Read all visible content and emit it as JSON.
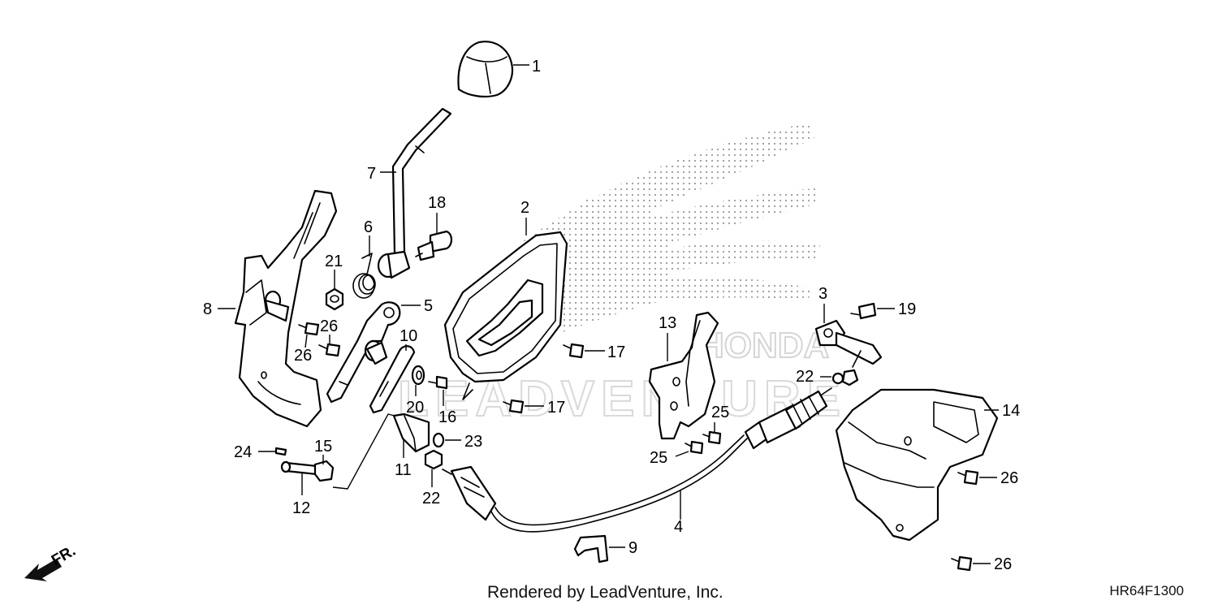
{
  "diagram": {
    "callouts": [
      {
        "id": "c1",
        "label": "1"
      },
      {
        "id": "c2",
        "label": "2"
      },
      {
        "id": "c3",
        "label": "3"
      },
      {
        "id": "c4",
        "label": "4"
      },
      {
        "id": "c5",
        "label": "5"
      },
      {
        "id": "c6",
        "label": "6"
      },
      {
        "id": "c7",
        "label": "7"
      },
      {
        "id": "c8",
        "label": "8"
      },
      {
        "id": "c9",
        "label": "9"
      },
      {
        "id": "c10",
        "label": "10"
      },
      {
        "id": "c11",
        "label": "11"
      },
      {
        "id": "c12",
        "label": "12"
      },
      {
        "id": "c13",
        "label": "13"
      },
      {
        "id": "c14",
        "label": "14"
      },
      {
        "id": "c15",
        "label": "15"
      },
      {
        "id": "c16",
        "label": "16"
      },
      {
        "id": "c17a",
        "label": "17"
      },
      {
        "id": "c17b",
        "label": "17"
      },
      {
        "id": "c18",
        "label": "18"
      },
      {
        "id": "c19",
        "label": "19"
      },
      {
        "id": "c20",
        "label": "20"
      },
      {
        "id": "c21",
        "label": "21"
      },
      {
        "id": "c22a",
        "label": "22"
      },
      {
        "id": "c22b",
        "label": "22"
      },
      {
        "id": "c23",
        "label": "23"
      },
      {
        "id": "c24",
        "label": "24"
      },
      {
        "id": "c25a",
        "label": "25"
      },
      {
        "id": "c25b",
        "label": "25"
      },
      {
        "id": "c26a",
        "label": "26"
      },
      {
        "id": "c26b",
        "label": "26"
      },
      {
        "id": "c26c",
        "label": "26"
      },
      {
        "id": "c26d",
        "label": "26"
      }
    ],
    "front_indicator": "FR.",
    "watermark": "LEADVENTURE"
  },
  "footer": {
    "credit": "Rendered by LeadVenture, Inc.",
    "diagram_code": "HR64F1300"
  }
}
